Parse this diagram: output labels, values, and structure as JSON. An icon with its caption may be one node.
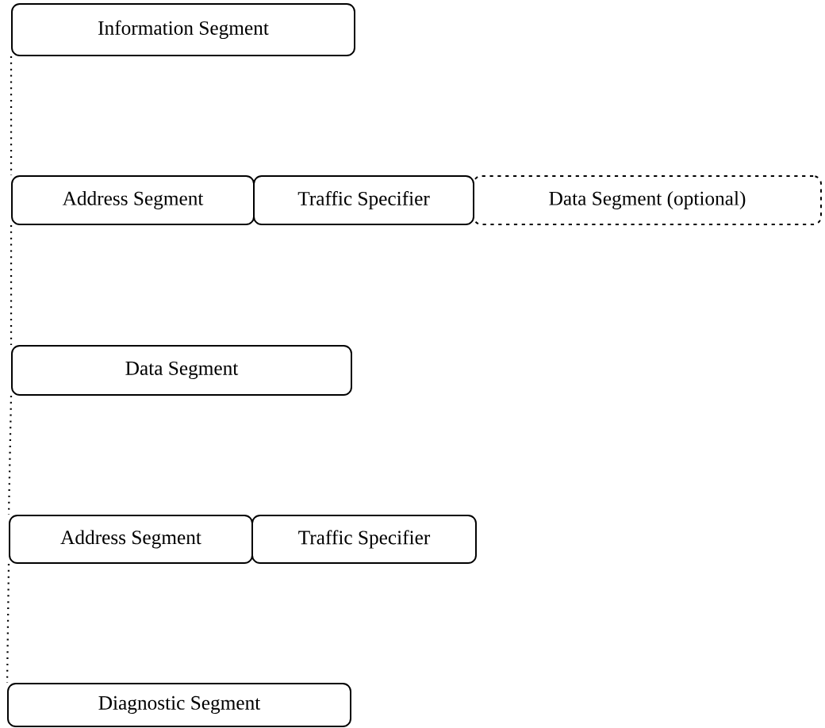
{
  "diagram": {
    "nodes": [
      {
        "text": [
          "Information Segment"
        ]
      },
      {
        "text": [
          "Address Segment"
        ]
      },
      {
        "text": [
          "Traffic Specifier"
        ]
      },
      {
        "text": [
          "Data Segment (optional)"
        ]
      },
      {
        "text": [
          "Data Segment"
        ]
      },
      {
        "text": [
          "Address Segment"
        ]
      },
      {
        "text": [
          "Traffic Specifier"
        ]
      },
      {
        "text": [
          "Diagnostic Segment"
        ]
      }
    ],
    "edges": [
      {
        "from": 0,
        "to": 1,
        "arrow": "none",
        "style": "dashed"
      },
      {
        "from": 1,
        "to": 4,
        "arrow": "none",
        "style": "dashed"
      },
      {
        "from": 4,
        "to": 5,
        "arrow": "none",
        "style": "dashed"
      },
      {
        "from": 5,
        "to": 7,
        "arrow": "none",
        "style": "dashed"
      }
    ]
  }
}
